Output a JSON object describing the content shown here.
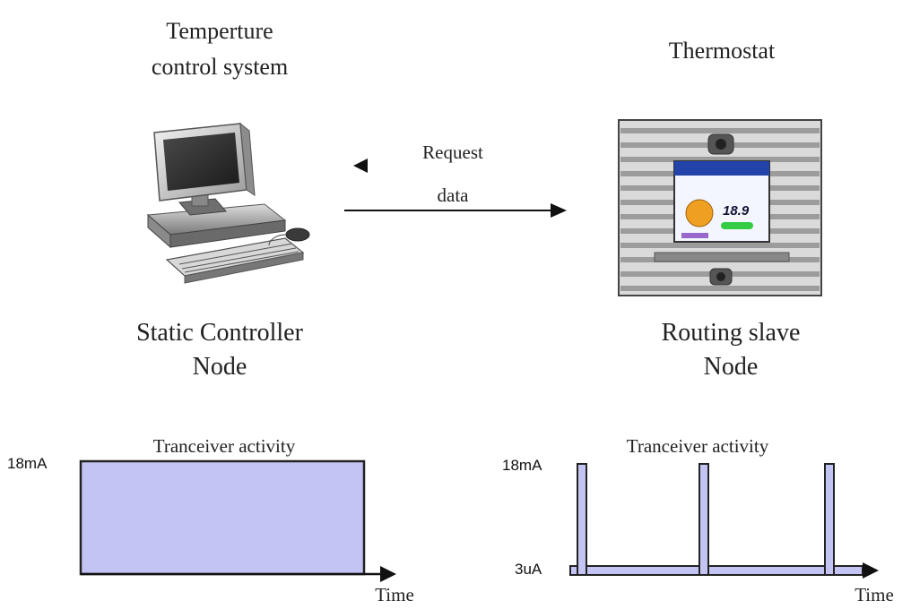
{
  "left_node": {
    "title_line1": "Temperture",
    "title_line2": "control system",
    "node_line1": "Static Controller",
    "node_line2": "Node",
    "icon": "desktop-computer-icon"
  },
  "right_node": {
    "title": "Thermostat",
    "node_line1": "Routing slave",
    "node_line2": "Node",
    "icon": "thermostat-icon",
    "screen_reading": "18.9"
  },
  "message": {
    "line1": "Request",
    "line2": "data"
  },
  "left_plot": {
    "title": "Tranceiver activity",
    "y_high_label": "18mA",
    "x_label": "Time",
    "fill_color": "#c4c4f4"
  },
  "right_plot": {
    "title": "Tranceiver activity",
    "y_high_label": "18mA",
    "y_low_label": "3uA",
    "x_label": "Time",
    "pulse_count": 3,
    "fill_color": "#c4c4f4"
  }
}
